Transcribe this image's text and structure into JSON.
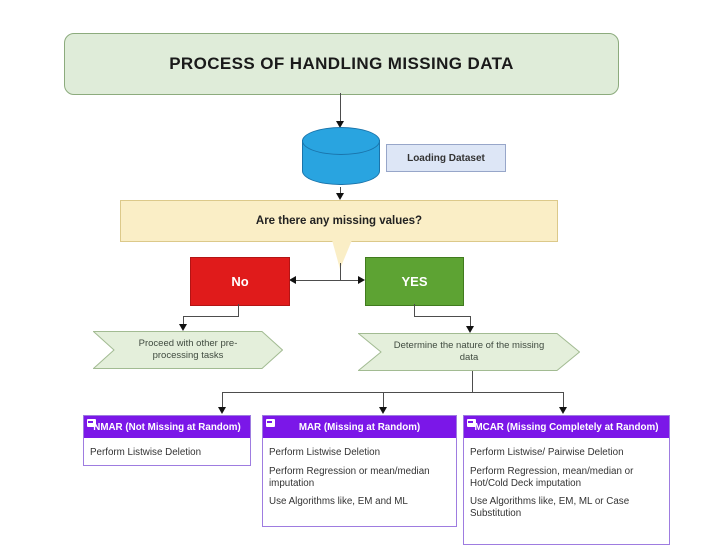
{
  "title": "PROCESS OF HANDLING MISSING DATA",
  "dataset_label": "Loading Dataset",
  "question": "Are there any missing values?",
  "decision_no": "No",
  "decision_yes": "YES",
  "branch_no": "Proceed with other pre-processing tasks",
  "branch_yes": "Determine the nature of the missing data",
  "categories": [
    {
      "heading": "NMAR (Not Missing at Random)",
      "items": [
        "Perform Listwise Deletion"
      ]
    },
    {
      "heading": "MAR (Missing at Random)",
      "items": [
        "Perform Listwise Deletion",
        "Perform Regression or mean/median imputation",
        "Use Algorithms like, EM and ML"
      ]
    },
    {
      "heading": "MCAR (Missing Completely at Random)",
      "items": [
        "Perform Listwise/ Pairwise Deletion",
        "Perform Regression, mean/median or Hot/Cold Deck imputation",
        "Use Algorithms like, EM, ML or Case Substitution"
      ]
    }
  ],
  "icons": {
    "database": "database-cylinder-icon",
    "category_glyph": "window-icon"
  },
  "colors": {
    "title-fill": "#dfecd9",
    "blue": "#29a4e0",
    "cream": "#faeec6",
    "red": "#e01b1b",
    "green": "#5da333",
    "chev-fill": "#e4efdb",
    "purple": "#7b17e8"
  }
}
